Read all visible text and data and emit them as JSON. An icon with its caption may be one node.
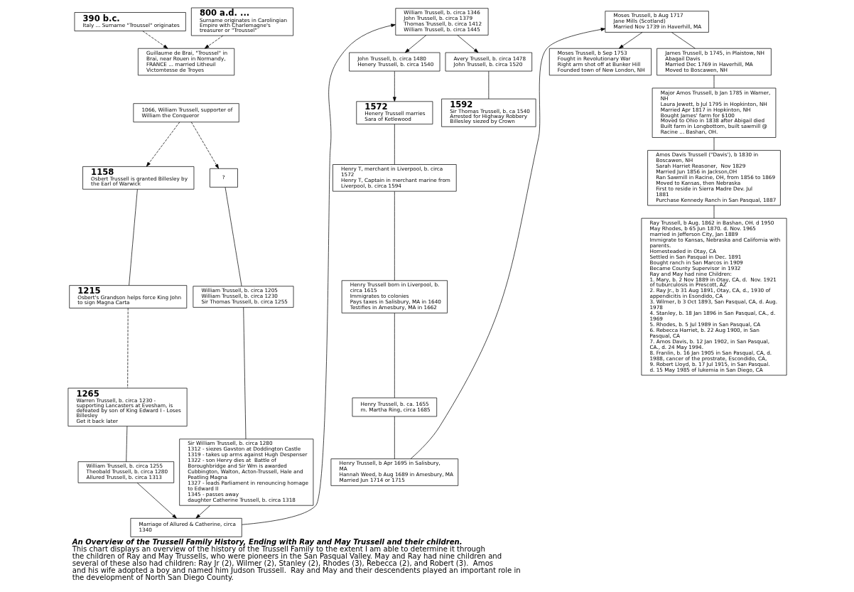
{
  "diagram": {
    "title": "An Overview of the Trussell Family History, Ending with Ray and May Trussell and their children.",
    "caption": "This chart displays an overview of the history of the Trussell Family to the extent I am able to determine it through the children of Ray and May Trussells, who were pioneers in the San Pasqual Valley. May and Ray had nine children and several of these also had children: Ray Jr (2), Wilmer (2), Stanley (2), Rhodes (3), Rebecca (2), and Robert (3).  Amos and his wife adopted a boy and named him Judson Trussell.  Ray and May and their descendents played an important role in the development of North San Diego County.",
    "nodes": [
      {
        "text": [
          "390 b.c.",
          "Italy ... Surname \"Troussel\" originates"
        ]
      },
      {
        "text": [
          "800 a.d. ...",
          "Surname originates in Carolingian Empire with Charlemagne's treasurer or \"Troussel\""
        ]
      },
      {
        "text": [
          "Guillaume de Brai, \"Troussel\" in Brai, near Rouen in Normandy, FRANCE ... married Litheuil Victomtesse de Troyes"
        ]
      },
      {
        "text": [
          "1066, William Trussell, supporter of William the Conqueror"
        ]
      },
      {
        "text": [
          "1158",
          "Osbert Trussell is granted Billesley by the Earl of Warwick"
        ]
      },
      {
        "text": [
          "?"
        ]
      },
      {
        "text": [
          "1215",
          "Osbert's Grandson helps force King John to sign Magna Carta"
        ]
      },
      {
        "text": [
          "William Trussell, b. circa 1205",
          "William Trussell, b. circa 1230",
          "Sir Thomas Trussell, b. circa 1255"
        ]
      },
      {
        "text": [
          "1265",
          "Warren Trussell, b. circa 1230 -  supporting Lancasters at Evesham, is defeated by son of King Edward I - Loses Billesley",
          "Get it back later"
        ]
      },
      {
        "text": [
          "Sir William Trussell, b. circa 1280",
          "1312 - siezes Gavston at Doddington Castle",
          "1319 - takes up arms against Hugh Despenser",
          "1322 - son Henry dies at  Battle of Boroughbridge and Sir Wm is awarded Cubbington, Walton, Acton-Trussell, Hale and Peatling Magna",
          "1327 - leads Parliament in renouncing homage to Edward II",
          "1345 - passes away",
          "daughter Catherine Trussell, b. circa 1318"
        ]
      },
      {
        "text": [
          "William Trussell, b. circa 1255",
          "Theobald Trussell, b. circa 1280",
          "Allured Trussell, b. circa 1313"
        ]
      },
      {
        "text": [
          "Marriage of Allured & Catherine, circa 1340"
        ]
      },
      {
        "text": [
          "William Trussell, b. circa 1346",
          "John Trussell, b. circa 1379",
          "Thomas Trussell, b. circa 1412",
          "William Trussell, b. circa 1445"
        ]
      },
      {
        "text": [
          "John Trussell, b. circa 1480",
          "Henery Trussell, b. circa 1540"
        ]
      },
      {
        "text": [
          "Avery Trussell, b. circa 1478",
          "John Trussell, b. circa 1520"
        ]
      },
      {
        "text": [
          "1592",
          "Sir Thomas Trussell, b. ca 1540",
          "Arrested for Highway Robbery",
          "Billesley siezed by Crown"
        ]
      },
      {
        "text": [
          "1572",
          "Henery Trussell marries",
          "Sara of Ketlewood"
        ]
      },
      {
        "text": [
          "Henry T, merchant in Liverpool, b. circa 1572",
          "Henry T, Captain in merchant marine from Liverpool, b. circa 1594"
        ]
      },
      {
        "text": [
          "Henry Trussell born in Liverpool, b. circa 1615",
          "Immigrates to colonies",
          "Pays taxes in Salisbury, MA in 1640",
          "Testifies in Amesbury, MA in 1662"
        ]
      },
      {
        "text": [
          "Henry Trussell, b. ca. 1655",
          "m. Martha Ring, circa 1685"
        ]
      },
      {
        "text": [
          "Henry Trussell, b Apr 1695 in Salisbury, MA",
          "Hannah Weed, b Aug 1689 in Amesbury, MA",
          "Married Jun 1714 or 1715"
        ]
      },
      {
        "text": [
          "Moses Trussell, b Aug 1717",
          "Jane Mills (Scotland)",
          "Married Nov 1739 in Haverhill, MA"
        ]
      },
      {
        "text": [
          "Moses Trussell, b Sep 1753",
          "Fought in Revolutionary War",
          "Right arm shot off at Bunker Hill",
          "Founded town of New London, NH"
        ]
      },
      {
        "text": [
          "James Trussell, b 1745, in Plaistow, NH",
          "Abagail Davis",
          "Married Dec 1769 in Haverhill, MA",
          "Moved to Boscawen, NH"
        ]
      },
      {
        "text": [
          "Major Amos Trussell, b Jan 1785 in Warner, NH",
          "Laura Jewett, b Jul 1795 in Hopkinton, NH",
          "Married Apr 1817 in Hopkinton, NH",
          "Bought James' farm for $100",
          "Moved to Ohio in 1838 after Abigail died",
          "Built farm in Longbottom, built sawmill @ Racine ... Bashan, OH."
        ]
      },
      {
        "text": [
          "Amos Davis Trussell (\"Davis'), b 1830 in Boscawen, NH",
          "Sarah Harriet Reasoner,  Nov 1829",
          "Married Jun 1856 in Jackson,OH",
          "Ran Sawmill in Racine, OH, from 1856 to 1869",
          "Moved to Kansas, then Nebraska",
          "First to reside in Sierra Madre Dev. Jul 1881",
          "Purchase Kennedy Ranch in San Pasqual, 1887"
        ]
      },
      {
        "text": [
          "Ray Trussell, b Aug. 1862 in Bashan, OH. d 1950",
          "May Rhodes, b 65 Jun 1870. d. Nov. 1965",
          "married in Jefferson City, Jan 1889",
          "Immigrate to Kansas, Nebraska and California with parents.",
          "Homesteaded in Otay, CA",
          "Settled in San Pasqual in Dec. 1891",
          "Bought ranch in San Marcos in 1909",
          "Became County Supervisor in 1932",
          "Ray and May had nine Children:",
          "1. Mary, b. 2 Nov 1889 in Otay, CA, d.  Nov. 1921 of tuburculosis in Prescott, AZ",
          "2. Ray Jr., b 31 Aug 1891, Otay, CA, d., 1930 of appendicitis in Esondido, CA",
          "3. Wilmer, b 3 Oct 1893, San Pasqual, CA, d. Aug. 1978",
          "4. Stanley, b. 18 Jan 1896 in San Pasqual, CA., d. 1969",
          "5. Rhodes, b. 5 Jul 1989 in San Pasqual, CA",
          "6. Rebecca Harriet, b. 22 Aug 1900, in San Pasqual, CA",
          "7. Amos Davis, b. 12 Jan 1902, in San Pasqual, CA., d. 24 May 1994.",
          "8. Franlin, b. 16 Jan 1905 in San Pasqual, CA, d. 1988, cancer of the prostrate, Escondido, CA,",
          "9. Robert Lloyd, b. 17 Jul 1915, in San Pasqual.  d. 15 May 1985 of lukemia in San Diego, CA"
        ]
      }
    ],
    "edges": [
      {
        "from": 0,
        "to": 2,
        "arrow": "to",
        "style": "dashed"
      },
      {
        "from": 1,
        "to": 2,
        "arrow": "to",
        "style": "dashed"
      },
      {
        "from": 3,
        "to": 4,
        "arrow": "to",
        "style": "dashed"
      },
      {
        "from": 3,
        "to": 5,
        "arrow": "to",
        "style": "dashed"
      },
      {
        "from": 4,
        "to": 6,
        "arrow": "none"
      },
      {
        "from": 5,
        "to": 7,
        "arrow": "none"
      },
      {
        "from": 6,
        "to": 8,
        "arrow": "none",
        "style": "dashed"
      },
      {
        "from": 7,
        "to": 9,
        "arrow": "none"
      },
      {
        "from": 8,
        "to": 10,
        "arrow": "none"
      },
      {
        "from": 10,
        "to": 11,
        "arrow": "to"
      },
      {
        "from": 9,
        "to": 11,
        "arrow": "to"
      },
      {
        "from": 11,
        "to": 12,
        "arrow": "to"
      },
      {
        "from": 12,
        "to": 14,
        "arrow": "to"
      },
      {
        "from": 12,
        "to": 13,
        "arrow": "to"
      },
      {
        "from": 14,
        "to": 15,
        "arrow": "none"
      },
      {
        "from": 13,
        "to": 16,
        "arrow": "to"
      },
      {
        "from": 16,
        "to": 17,
        "arrow": "none"
      },
      {
        "from": 17,
        "to": 18,
        "arrow": "none"
      },
      {
        "from": 18,
        "to": 19,
        "arrow": "none"
      },
      {
        "from": 19,
        "to": 20,
        "arrow": "none"
      },
      {
        "from": 20,
        "to": 21,
        "arrow": "to"
      },
      {
        "from": 21,
        "to": 22,
        "arrow": "to"
      },
      {
        "from": 21,
        "to": 23,
        "arrow": "none"
      },
      {
        "from": 23,
        "to": 24,
        "arrow": "none"
      },
      {
        "from": 24,
        "to": 25,
        "arrow": "none"
      },
      {
        "from": 25,
        "to": 26,
        "arrow": "none"
      }
    ]
  }
}
